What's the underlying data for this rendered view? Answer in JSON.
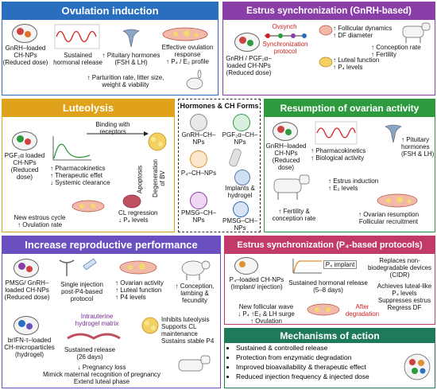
{
  "colors": {
    "ovulation": "#2a6fbf",
    "estrus_gnrh": "#8a3fa8",
    "luteolysis": "#e0a21a",
    "resumption": "#2e9a3e",
    "reproductive": "#6a4fc1",
    "estrus_p4": "#c23a6a",
    "mechanisms": "#1f7a5a"
  },
  "ovulation": {
    "title": "Ovulation induction",
    "np_label": "GnRH–loaded\nCH-NPs\n(Reduced dose)",
    "release": "Sustained\nhormonal release",
    "pituitary": "↑ Pituitary hormones\n(FSH & LH)",
    "response": "Effective ovulation\nresponse\n↑ P₄ / E₂ profile",
    "outcome": "↑ Parturition rate, litter size,\nweight & viability"
  },
  "estrus_gnrh": {
    "title": "Estrus synchronization (GnRH-based)",
    "ovsynch": "Ovsynch",
    "protocol": "Synchronization\nprotocol",
    "np_label": "GnRH / PGF₂α–\nloaded CH-NPs\n(Reduced dose)",
    "follicular": "↑ Follicular dynamics\n↑ DF diameter",
    "luteal": "↑ Luteal function\n↑ P₄ levels",
    "outcome": "↑ Conception rate\n↑ Fertility"
  },
  "luteolysis": {
    "title": "Luteolysis",
    "binding": "Binding with\nreceptors",
    "np_label": "PGF₂α loaded\nCH-NPs\n(Reduced dose)",
    "effects": "↑ Pharmacokinetics\n↑ Therapeutic effet\n↓ Systemic clearance",
    "apoptosis": "Apoptosis",
    "degeneration": "Degeneration\nof BV",
    "cl": "CL regression\n↓ P₄ levels",
    "outcome": "New estrous cycle\n↑ Ovulation rate"
  },
  "hormones": {
    "title": "Hormones & CH Forms",
    "items": [
      "GnRH–CH–\nNPs",
      "PGF₂α–CH–\nNPs",
      "P₄–CH–NPs",
      "Implants &\nhydrogel",
      "PMSG–CH–\nNPs",
      "PMSG–CH–\nNPs"
    ]
  },
  "resumption": {
    "title": "Resumption of ovarian activity",
    "np_label": "GnRH–loaded\nCH-NPs\n(Reduced dose)",
    "effects": "↑ Pharmacokinetics\n↑ Biological activity",
    "pituitary": "↑ Pituitary\nhormones\n(FSH & LH)",
    "estrus": "↑ Estrus induction\n↑ E₂ levels",
    "fertility": "↑ Fertility &\nconception rate",
    "ovarian": "↑ Ovarian resumption\nFollicular recruitment"
  },
  "reproductive": {
    "title": "Increase reproductive performance",
    "np_label": "PMSG/ GnRH–\nloaded CH-NPs\n(Reduced dose)",
    "injection": "Single injection\npost-P4-based\nprotocol",
    "ovarian": "↑ Ovarian activity\n↑ Luteal function\n↑ P4 levels",
    "conception": "↑ Conception,\nlambing &\nfecundity",
    "ifn": "brIFN-τ–loaded\nCH-microparticles\n(hydrogel)",
    "matrix": "Intrauterine\nhydrogel matrix",
    "sustained": "Sustained release\n(26 days)",
    "inhibits": "Inhibits luteolysis\nSupports CL\nmaintenance\nSustains stable P4",
    "loss": "↓ Pregnancy loss\nMimick maternal recognition of pregnancy\nExtend luteal phase"
  },
  "estrus_p4": {
    "title": "Estrus synchronization (P₄-based protocols)",
    "np_label": "P₄–loaded CH-NPs\n(Implant/ injection)",
    "implant": "P₄ implant",
    "release": "Sustained hormonal release\n(5–8 days)",
    "replaces": "Replaces non-\nbiodegradable devices\n(CIDR)",
    "achieves": "Achieves luteal-like\nP₄ levels\nSuppresses estrus\nRegress DF",
    "wave": "New follicular wave\n↓ P₄ ↑E₂ & LH surge\n↑ Ovulation",
    "degradation": "After\ndegradation"
  },
  "mechanisms": {
    "title": "Mechanisms of action",
    "items": [
      "Sustained & controlled release",
      "Protection from enzymatic degradation",
      "Improved bioavailability & therapeutic effect",
      "Reduced injection frequency & injected dose"
    ]
  }
}
